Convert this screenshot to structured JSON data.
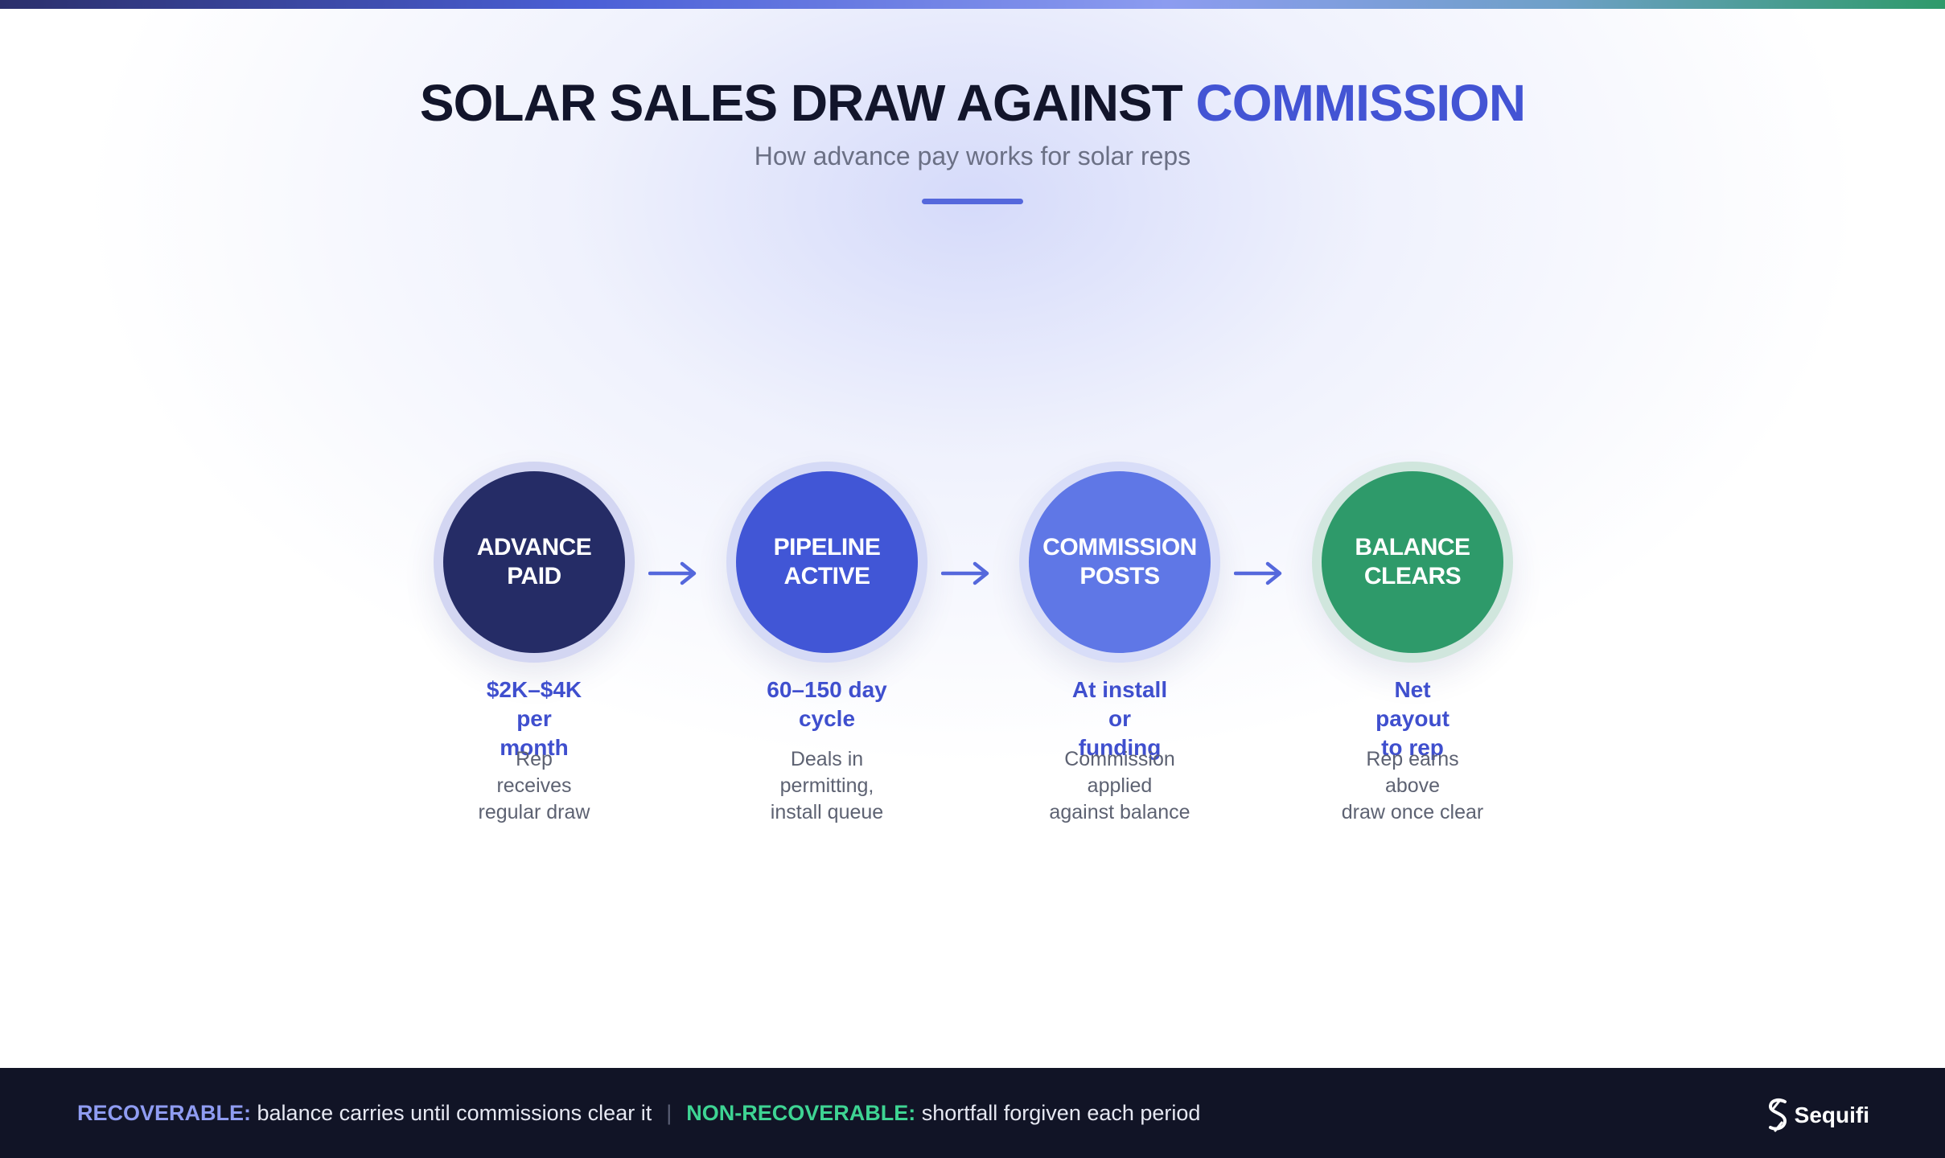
{
  "title": {
    "main": "SOLAR SALES DRAW AGAINST ",
    "accent": "COMMISSION"
  },
  "subtitle": "How advance pay works for solar reps",
  "colors": {
    "title": "#12152b",
    "accent": "#4354d4",
    "underline": "#5568dc",
    "arrow": "#5568dc",
    "value_text": "#3f4fce",
    "footer_bg": "#111426",
    "recoverable": "#8f9cf2",
    "non_recoverable": "#3ed493"
  },
  "steps": [
    {
      "label": "ADVANCE\nPAID",
      "value": "$2K–$4K\nper\nmonth",
      "description": "Rep\nreceives\nregular draw",
      "fill": "#252c66",
      "ring": "#d3d6f2"
    },
    {
      "label": "PIPELINE\nACTIVE",
      "value": "60–150 day\ncycle",
      "description": "Deals in\npermitting,\ninstall queue",
      "fill": "#4156d6",
      "ring": "#d5daf6"
    },
    {
      "label": "COMMISSION\nPOSTS",
      "value": "At install\nor\nfunding",
      "description": "Commission\napplied\nagainst balance",
      "fill": "#5f77e6",
      "ring": "#d8ddf8"
    },
    {
      "label": "BALANCE\nCLEARS",
      "value": "Net\npayout\nto rep",
      "description": "Rep earns\nabove\ndraw once clear",
      "fill": "#2e9a6a",
      "ring": "#d0e6dd"
    }
  ],
  "arrow_icon": "arrow-right-icon",
  "footer": {
    "recoverable_tag": "RECOVERABLE:",
    "recoverable_text": " balance carries until commissions clear it",
    "separator": "|",
    "non_recoverable_tag": "NON-RECOVERABLE:",
    "non_recoverable_text": " shortfall forgiven each period",
    "brand_icon": "sequifi-logo-icon",
    "brand_name": "Sequifi"
  }
}
